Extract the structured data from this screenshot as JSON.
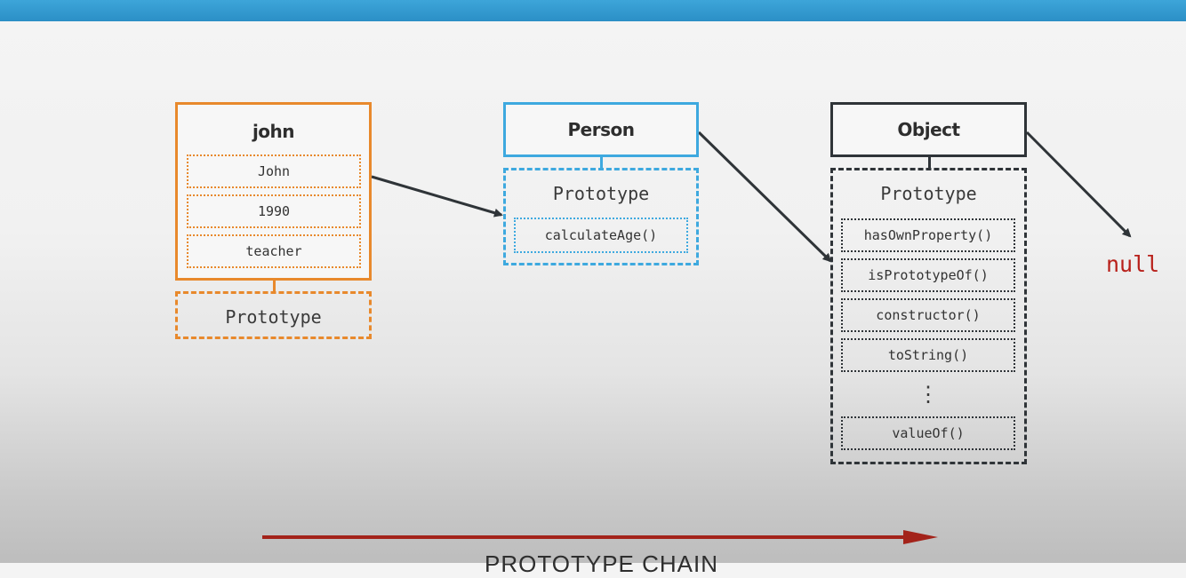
{
  "john": {
    "title": "john",
    "fields": [
      "John",
      "1990",
      "teacher"
    ],
    "prototype_label": "Prototype"
  },
  "person": {
    "title": "Person",
    "prototype_label": "Prototype",
    "methods": [
      "calculateAge()"
    ]
  },
  "object": {
    "title": "Object",
    "prototype_label": "Prototype",
    "methods": [
      "hasOwnProperty()",
      "isPrototypeOf()",
      "constructor()",
      "toString()"
    ],
    "ellipsis": "⋮",
    "last_method": "valueOf()"
  },
  "null_label": "null",
  "chain_caption": "PROTOTYPE CHAIN",
  "colors": {
    "john": "#e8892c",
    "person": "#3ea9df",
    "object": "#2f3438",
    "null": "#b8201a",
    "chain_arrow": "#a3231a",
    "top_bar": "#2e96cd"
  }
}
